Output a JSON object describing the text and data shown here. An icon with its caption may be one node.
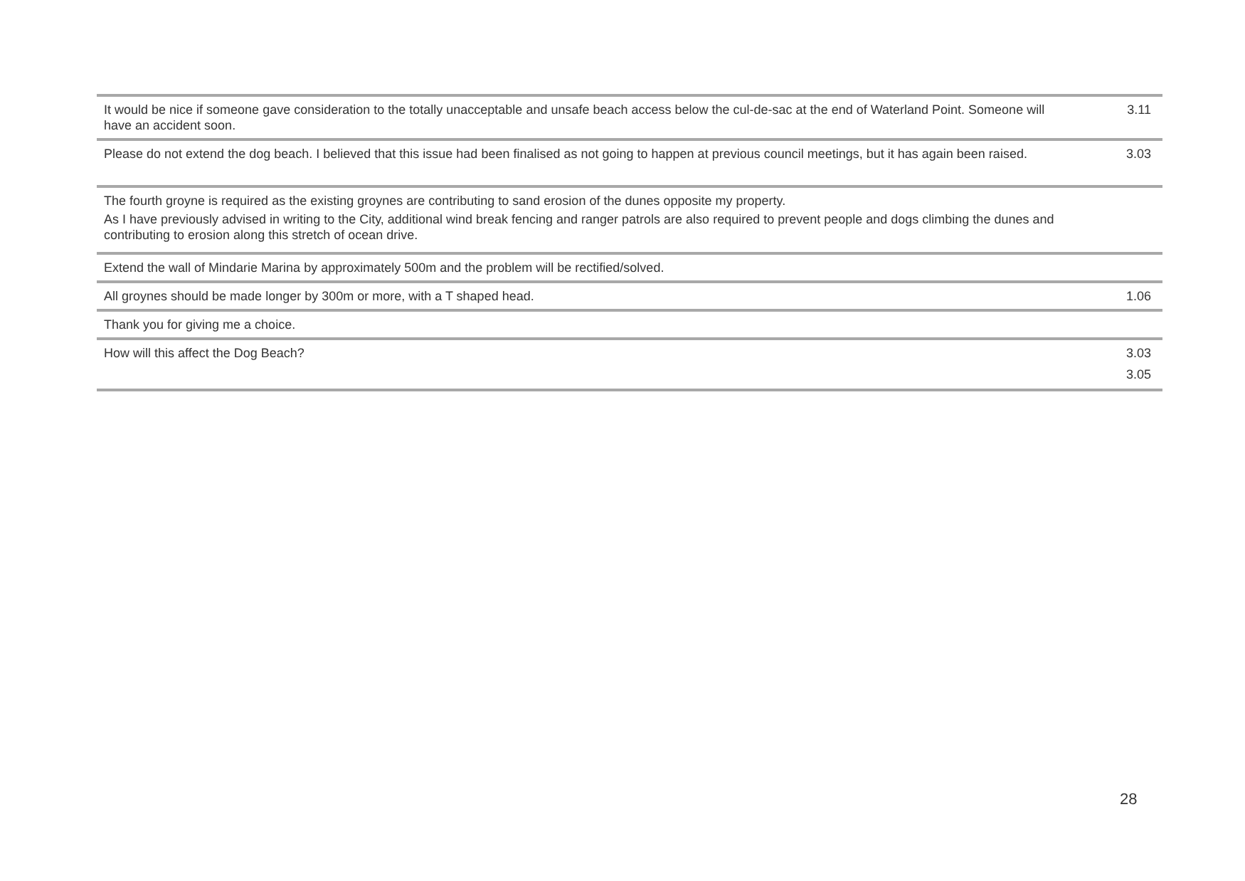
{
  "diagram": {
    "labels": [
      "It would be nice if someone gave consideration to the totally unacceptable and unsafe beach access below the cul-de-sac at the end of Waterland Point. Someone will have an accident soon.",
      "3.11",
      "Please do not extend the dog beach. I believed that this issue had been finalised as not going to happen at previous council meetings, but it has again been raised.",
      "3.03",
      "The fourth groyne is required as the existing groynes are contributing to sand erosion of the dunes opposite my property.",
      "As I have previously advised in writing to the City, additional wind break fencing and ranger patrols are also required to prevent people and dogs climbing the dunes and contributing to erosion along this stretch of ocean drive.",
      "Extend the wall of Mindarie Marina by approximately 500m and the problem will be rectified/solved.",
      "All groynes should be made longer by 300m or more, with a T shaped head.",
      "1.06",
      "Thank you for giving me a choice.",
      "How will this affect the Dog Beach?",
      "3.03",
      "3.05",
      "28"
    ]
  }
}
